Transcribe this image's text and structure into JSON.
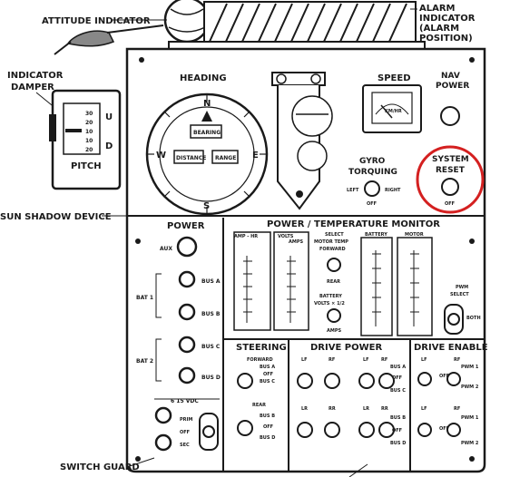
{
  "callouts": {
    "attitude_indicator": "ATTITUDE INDICATOR",
    "alarm_indicator_1": "ALARM",
    "alarm_indicator_2": "INDICATOR",
    "alarm_indicator_3": "(ALARM",
    "alarm_indicator_4": "POSITION)",
    "indicator_damper_1": "INDICATOR",
    "indicator_damper_2": "DAMPER",
    "sun_shadow_device": "SUN SHADOW DEVICE",
    "switch_guard": "SWITCH GUARD"
  },
  "upper": {
    "heading": "HEADING",
    "compass_n": "N",
    "compass_e": "E",
    "compass_s": "S",
    "compass_w": "W",
    "bearing": "BEARING",
    "distance": "DISTANCE",
    "range": "RANGE",
    "pitch": "PITCH",
    "pitch_u": "U",
    "pitch_d": "D",
    "speed": "SPEED",
    "speed_unit": "KM/HR",
    "nav_power_1": "NAV",
    "nav_power_2": "POWER",
    "gyro_1": "GYRO",
    "gyro_2": "TORQUING",
    "gyro_left": "LEFT",
    "gyro_right": "RIGHT",
    "gyro_off": "OFF",
    "system_reset_1": "SYSTEM",
    "system_reset_2": "RESET",
    "system_reset_off": "OFF"
  },
  "power": {
    "title": "POWER",
    "aux": "AUX",
    "bus_a": "BUS A",
    "bus_b": "BUS B",
    "bus_c": "BUS C",
    "bus_d": "BUS D",
    "bat1": "BAT 1",
    "bat2": "BAT 2",
    "volt": "6 15 VDC",
    "prim": "PRIM",
    "off": "OFF",
    "sec": "SEC"
  },
  "monitor": {
    "title": "POWER / TEMPERATURE MONITOR",
    "amp_hr": "AMP - HR",
    "volts_amps_1": "VOLTS",
    "volts_amps_2": "AMPS",
    "select": "SELECT",
    "motor_temp": "MOTOR TEMP",
    "forward": "FORWARD",
    "rear": "REAR",
    "battery_volts": "BATTERY",
    "battery_volts_2": "VOLTS × 1/2",
    "amps": "AMPS",
    "battery": "BATTERY",
    "motor": "MOTOR",
    "pwm_select_1": "PWM",
    "pwm_select_2": "SELECT",
    "both": "BOTH"
  },
  "steering": {
    "title": "STEERING",
    "forward": "FORWARD",
    "bus_a": "BUS A",
    "off": "OFF",
    "bus_c": "BUS C",
    "rear": "REAR",
    "bus_b": "BUS B",
    "bus_d": "BUS D"
  },
  "drive_power": {
    "title": "DRIVE POWER",
    "lf": "LF",
    "rf": "RF",
    "lr": "LR",
    "rr": "RR",
    "bus_a": "BUS A",
    "off": "OFF",
    "bus_c": "BUS C",
    "bus_b": "BUS B",
    "bus_d": "BUS D"
  },
  "drive_enable": {
    "title": "DRIVE ENABLE",
    "lf": "LF",
    "rf": "RF",
    "pwm1": "PWM 1",
    "off": "OFF",
    "pwm2": "PWM 2"
  },
  "colors": {
    "ink": "#1a1a1a",
    "highlight_circle": "#d42020",
    "paper": "#ffffff"
  }
}
